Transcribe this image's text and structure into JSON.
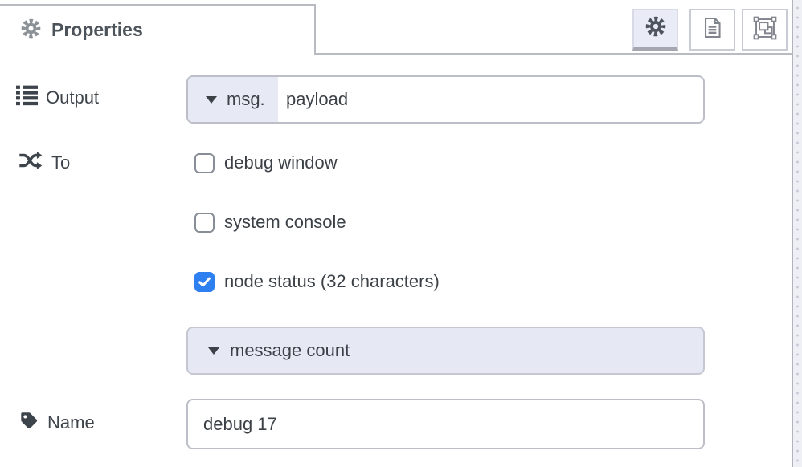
{
  "header": {
    "tab_label": "Properties",
    "buttons": [
      {
        "name": "properties",
        "icon": "gear-icon",
        "active": true
      },
      {
        "name": "description",
        "icon": "document-icon",
        "active": false
      },
      {
        "name": "appearance",
        "icon": "appearance-icon",
        "active": false
      }
    ]
  },
  "form": {
    "output": {
      "label": "Output",
      "type_prefix": "msg.",
      "value": "payload"
    },
    "to": {
      "label": "To",
      "checkboxes": [
        {
          "label": "debug window",
          "checked": false
        },
        {
          "label": "system console",
          "checked": false
        },
        {
          "label": "node status (32 characters)",
          "checked": true
        }
      ]
    },
    "status_type": {
      "value": "message count"
    },
    "name": {
      "label": "Name",
      "value": "debug 17"
    }
  },
  "colors": {
    "checkbox_accent": "#2e7ff0",
    "field_highlight": "#e7e9f4",
    "panel_border": "#b9bbc3",
    "text": "#3b4147"
  }
}
